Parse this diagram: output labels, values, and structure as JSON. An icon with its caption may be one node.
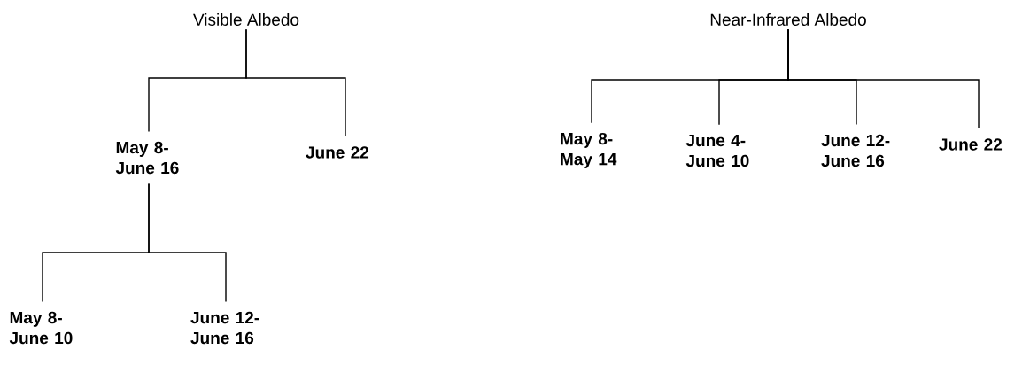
{
  "diagram": {
    "nodes": [
      {
        "text": [
          "Visible Albedo"
        ]
      },
      {
        "text": [
          "May 8- June 16"
        ]
      },
      {
        "text": [
          "June 22"
        ]
      },
      {
        "text": [
          "May 8- June 10"
        ]
      },
      {
        "text": [
          "June 12- June 16"
        ]
      },
      {
        "text": [
          "Near-Infrared Albedo"
        ]
      },
      {
        "text": [
          "May 8- May 14"
        ]
      },
      {
        "text": [
          "June 4- June 10"
        ]
      },
      {
        "text": [
          "June 12- June 16"
        ]
      },
      {
        "text": [
          "June 22"
        ]
      }
    ],
    "edges": [
      {
        "from": 0,
        "to": 1,
        "arrow": "none"
      },
      {
        "from": 0,
        "to": 2,
        "arrow": "none"
      },
      {
        "from": 1,
        "to": 3,
        "arrow": "none"
      },
      {
        "from": 1,
        "to": 4,
        "arrow": "none"
      },
      {
        "from": 5,
        "to": 6,
        "arrow": "none"
      },
      {
        "from": 5,
        "to": 7,
        "arrow": "none"
      },
      {
        "from": 5,
        "to": 8,
        "arrow": "none"
      },
      {
        "from": 5,
        "to": 9,
        "arrow": "none"
      }
    ]
  }
}
